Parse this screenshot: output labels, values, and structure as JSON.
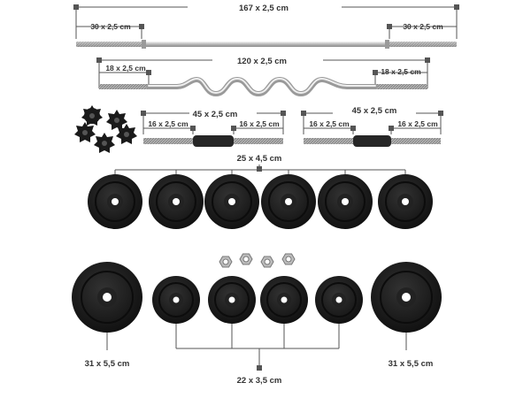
{
  "labels": {
    "barbell_length": "167 x 2,5 cm",
    "barbell_sleeve_left": "30 x 2,5 cm",
    "barbell_sleeve_right": "30 x 2,5 cm",
    "curl_bar_length": "120 x 2,5 cm",
    "curl_sleeve_left": "18 x 2,5 cm",
    "curl_sleeve_right": "18 x 2,5 cm",
    "dumbbell_left_length": "45 x 2,5 cm",
    "dumbbell_left_sleeve_a": "16 x 2,5 cm",
    "dumbbell_left_sleeve_b": "16 x 2,5 cm",
    "dumbbell_right_length": "45 x 2,5 cm",
    "dumbbell_right_sleeve_a": "16 x 2,5 cm",
    "dumbbell_right_sleeve_b": "16 x 2,5 cm",
    "plate_medium": "25 x 4,5 cm",
    "plate_large_left": "31 x 5,5 cm",
    "plate_large_right": "31 x 5,5 cm",
    "plate_small": "22 x 3,5 cm"
  },
  "colors": {
    "plate": "#1c1c1c",
    "chrome": "#c9c9c9",
    "grip": "#2a2a2a",
    "dimension_line": "#555555"
  }
}
